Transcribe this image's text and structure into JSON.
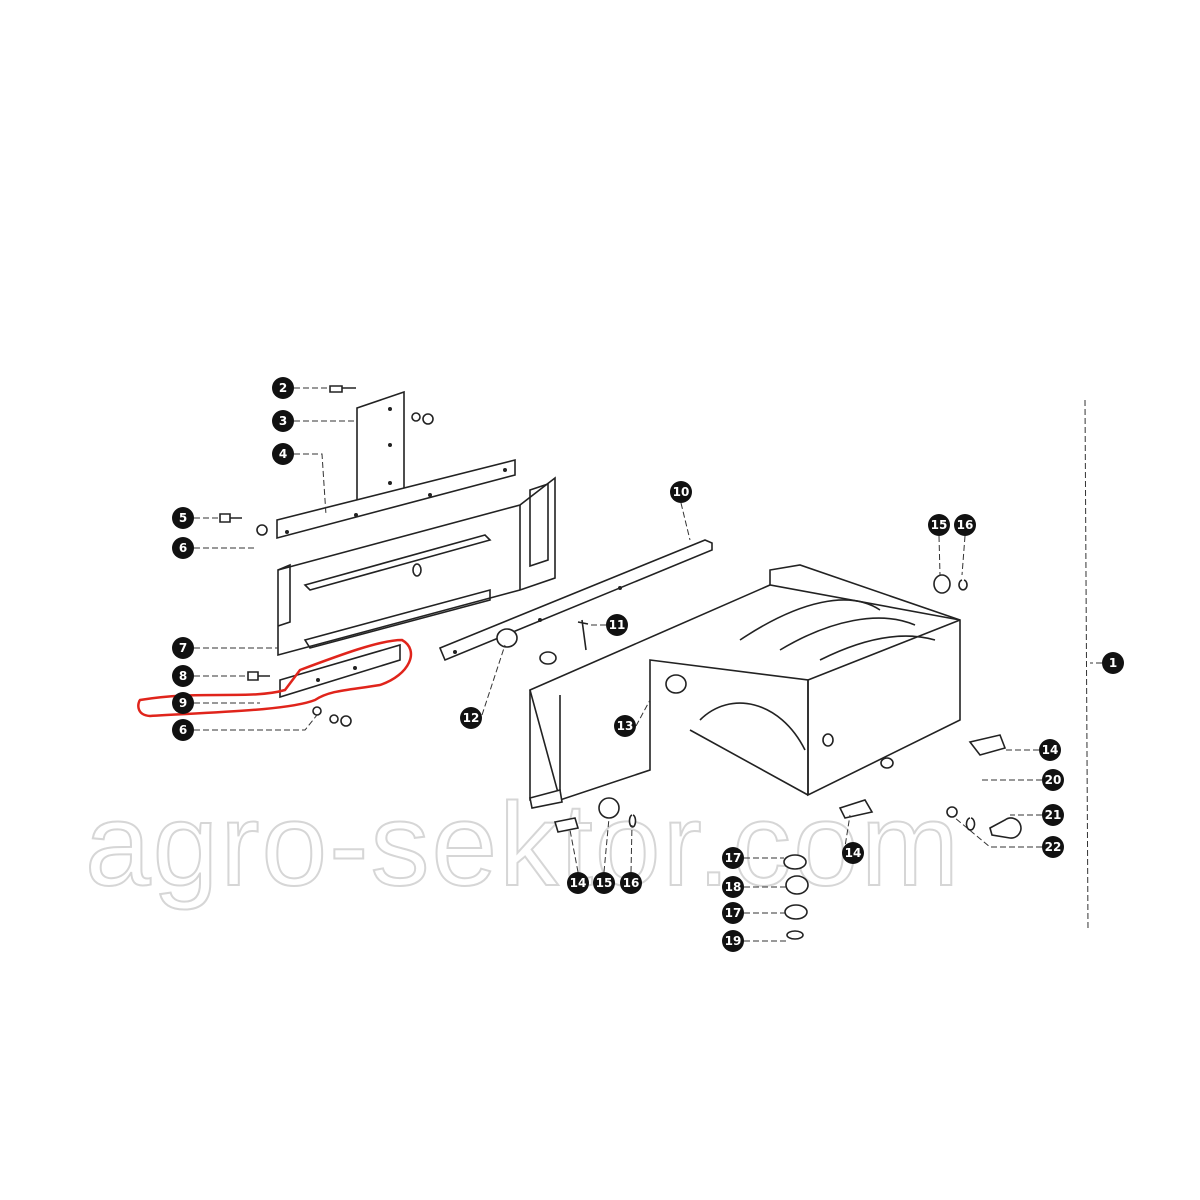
{
  "watermark": "agro-sektor.com",
  "highlight_color": "#e0241b",
  "callouts": {
    "c1": "1",
    "c2": "2",
    "c3": "3",
    "c4": "4",
    "c5": "5",
    "c6a": "6",
    "c7": "7",
    "c8": "8",
    "c9": "9",
    "c6b": "6",
    "c10": "10",
    "c11": "11",
    "c12": "12",
    "c13": "13",
    "c15a": "15",
    "c16a": "16",
    "c14a": "14",
    "c20": "20",
    "c21": "21",
    "c22": "22",
    "c14b": "14",
    "c14c": "14",
    "c15b": "15",
    "c16b": "16",
    "c17a": "17",
    "c18": "18",
    "c17b": "17",
    "c19": "19"
  }
}
